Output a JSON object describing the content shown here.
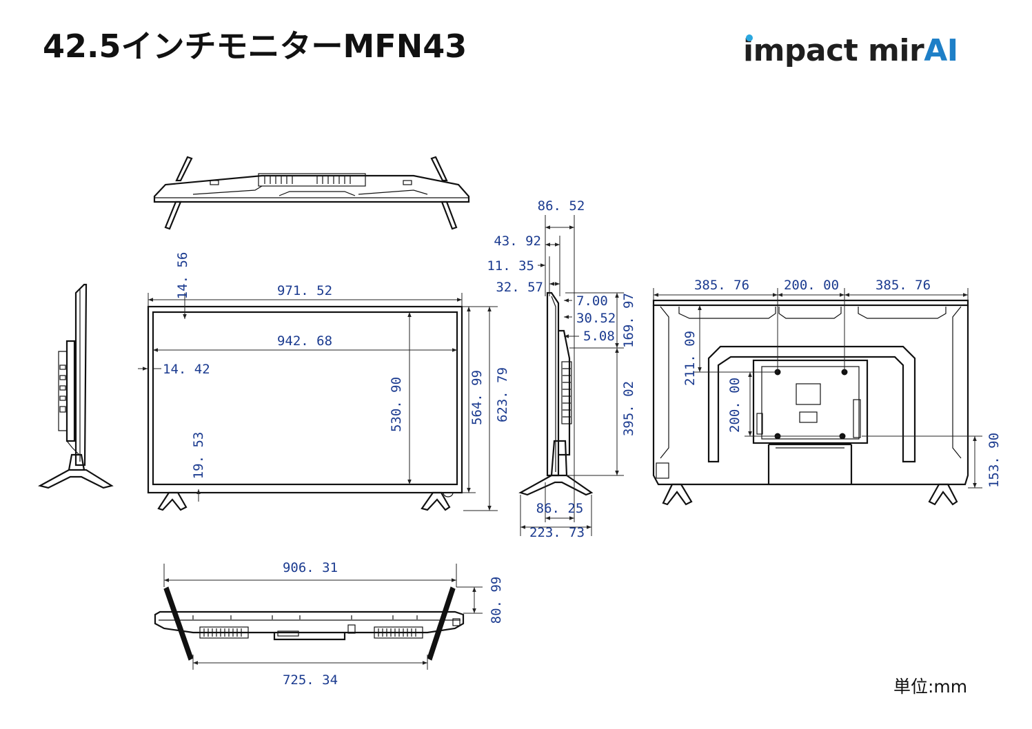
{
  "header": {
    "title": "42.5インチモニターMFN43",
    "logo_main": "impact mir",
    "logo_accent": "AI",
    "logo_accent_color": "#1e7fc7",
    "logo_dot_color": "#2aa7df"
  },
  "footer": {
    "unit_label": "単位:mm"
  },
  "dimension_color": "#1a3a8f",
  "dimensions": {
    "front_width": "971. 52",
    "front_screen_width": "942. 68",
    "front_top_bezel": "14. 56",
    "front_side_bezel": "14. 42",
    "front_bottom_bezel": "19. 53",
    "front_screen_height": "530. 90",
    "front_body_height": "564. 99",
    "front_total_height": "623. 79",
    "side_depth": "86. 52",
    "side_d1": "43. 92",
    "side_d2": "11. 35",
    "side_d3": "32. 57",
    "side_d4": "7.00",
    "side_d5": "30.52",
    "side_d6": "5.08",
    "side_upper_height": "169. 97",
    "side_lower_height": "395. 02",
    "side_stand_depth": "86. 25",
    "side_stand_width": "223. 73",
    "rear_left": "385. 76",
    "rear_mid": "200. 00",
    "rear_right": "385. 76",
    "rear_vesa_top": "211. 09",
    "rear_vesa_v": "200. 00",
    "rear_bottom_h": "153. 90",
    "bottom_stand_span": "906. 31",
    "bottom_inner_span": "725. 34",
    "bottom_stand_depth": "80. 99"
  }
}
